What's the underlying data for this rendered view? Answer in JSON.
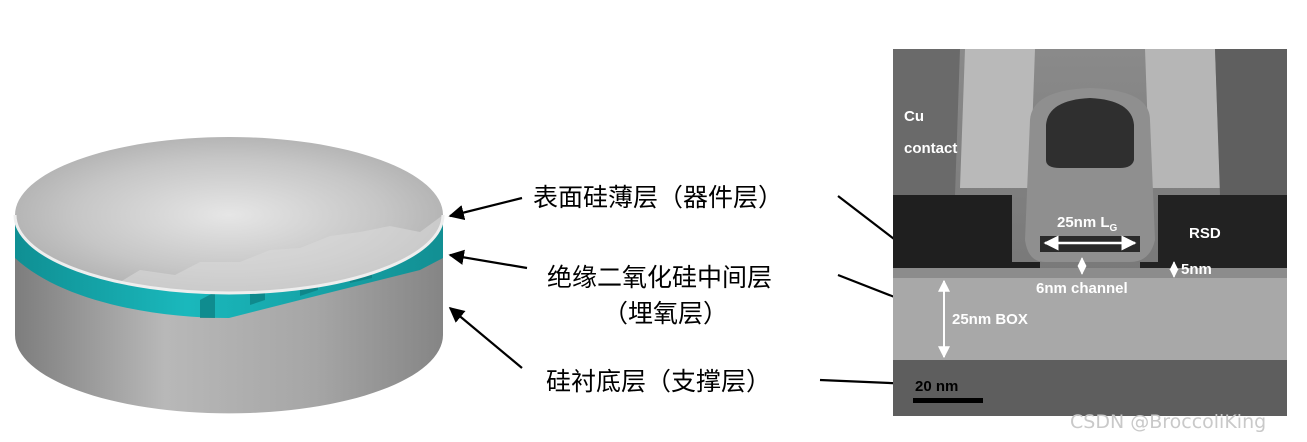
{
  "labels": {
    "top_layer": "表面硅薄层（器件层）",
    "middle_layer_line1": "绝缘二氧化硅中间层",
    "middle_layer_line2": "（埋氧层）",
    "bottom_layer": "硅衬底层（支撑层）"
  },
  "tem": {
    "cu_line1": "Cu",
    "cu_line2": "contact",
    "rsd": "RSD",
    "gate_length": "25nm L",
    "gate_length_sub": "G",
    "channel": "6nm channel",
    "thickness": "5nm",
    "box": "25nm BOX",
    "scale": "20  nm"
  },
  "watermark": "CSDN @BroccoliKing",
  "colors": {
    "wafer_top": "#c4c4c4",
    "device_layer": "#d2d2d2",
    "oxide_layer": "#17b0b3",
    "substrate": "#9a9a9a",
    "tem_background": "#7c7c7c"
  }
}
